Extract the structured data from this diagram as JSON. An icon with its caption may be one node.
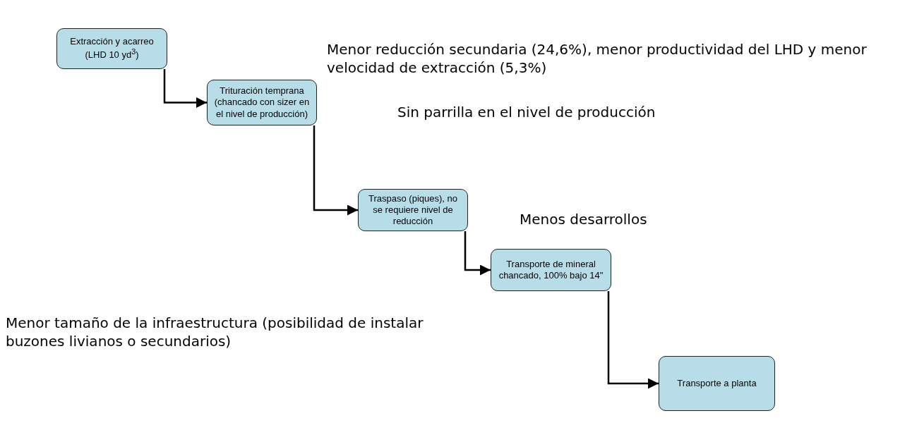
{
  "diagram": {
    "nodes": [
      {
        "text": [
          "Extracción y acarreo (LHD 10 yd$^{3}$)"
        ]
      },
      {
        "text": [
          "Trituración temprana (chancado con sizer en el nivel de producción)"
        ]
      },
      {
        "text": [
          "Traspaso (piques), no se requiere nivel de reducción"
        ]
      },
      {
        "text": [
          "Transporte de mineral chancado, 100% bajo 14\""
        ]
      },
      {
        "text": [
          "Transporte a planta"
        ]
      }
    ],
    "edges": [
      {
        "from": 0,
        "to": 1,
        "arrow": "to"
      },
      {
        "from": 1,
        "to": 2,
        "arrow": "to"
      },
      {
        "from": 2,
        "to": 3,
        "arrow": "to"
      },
      {
        "from": 3,
        "to": 4,
        "arrow": "to"
      }
    ],
    "labels": [
      "Menor reducción secundaria (24,6%), menor productividad del LHD y menor velocidad de extracción (5,3%)",
      "Sin parrilla en el nivel de producción",
      "Menos desarrollos",
      "Menor tamaño de la infraestructura (posibilidad de instalar buzones livianos o secundarios)"
    ]
  }
}
